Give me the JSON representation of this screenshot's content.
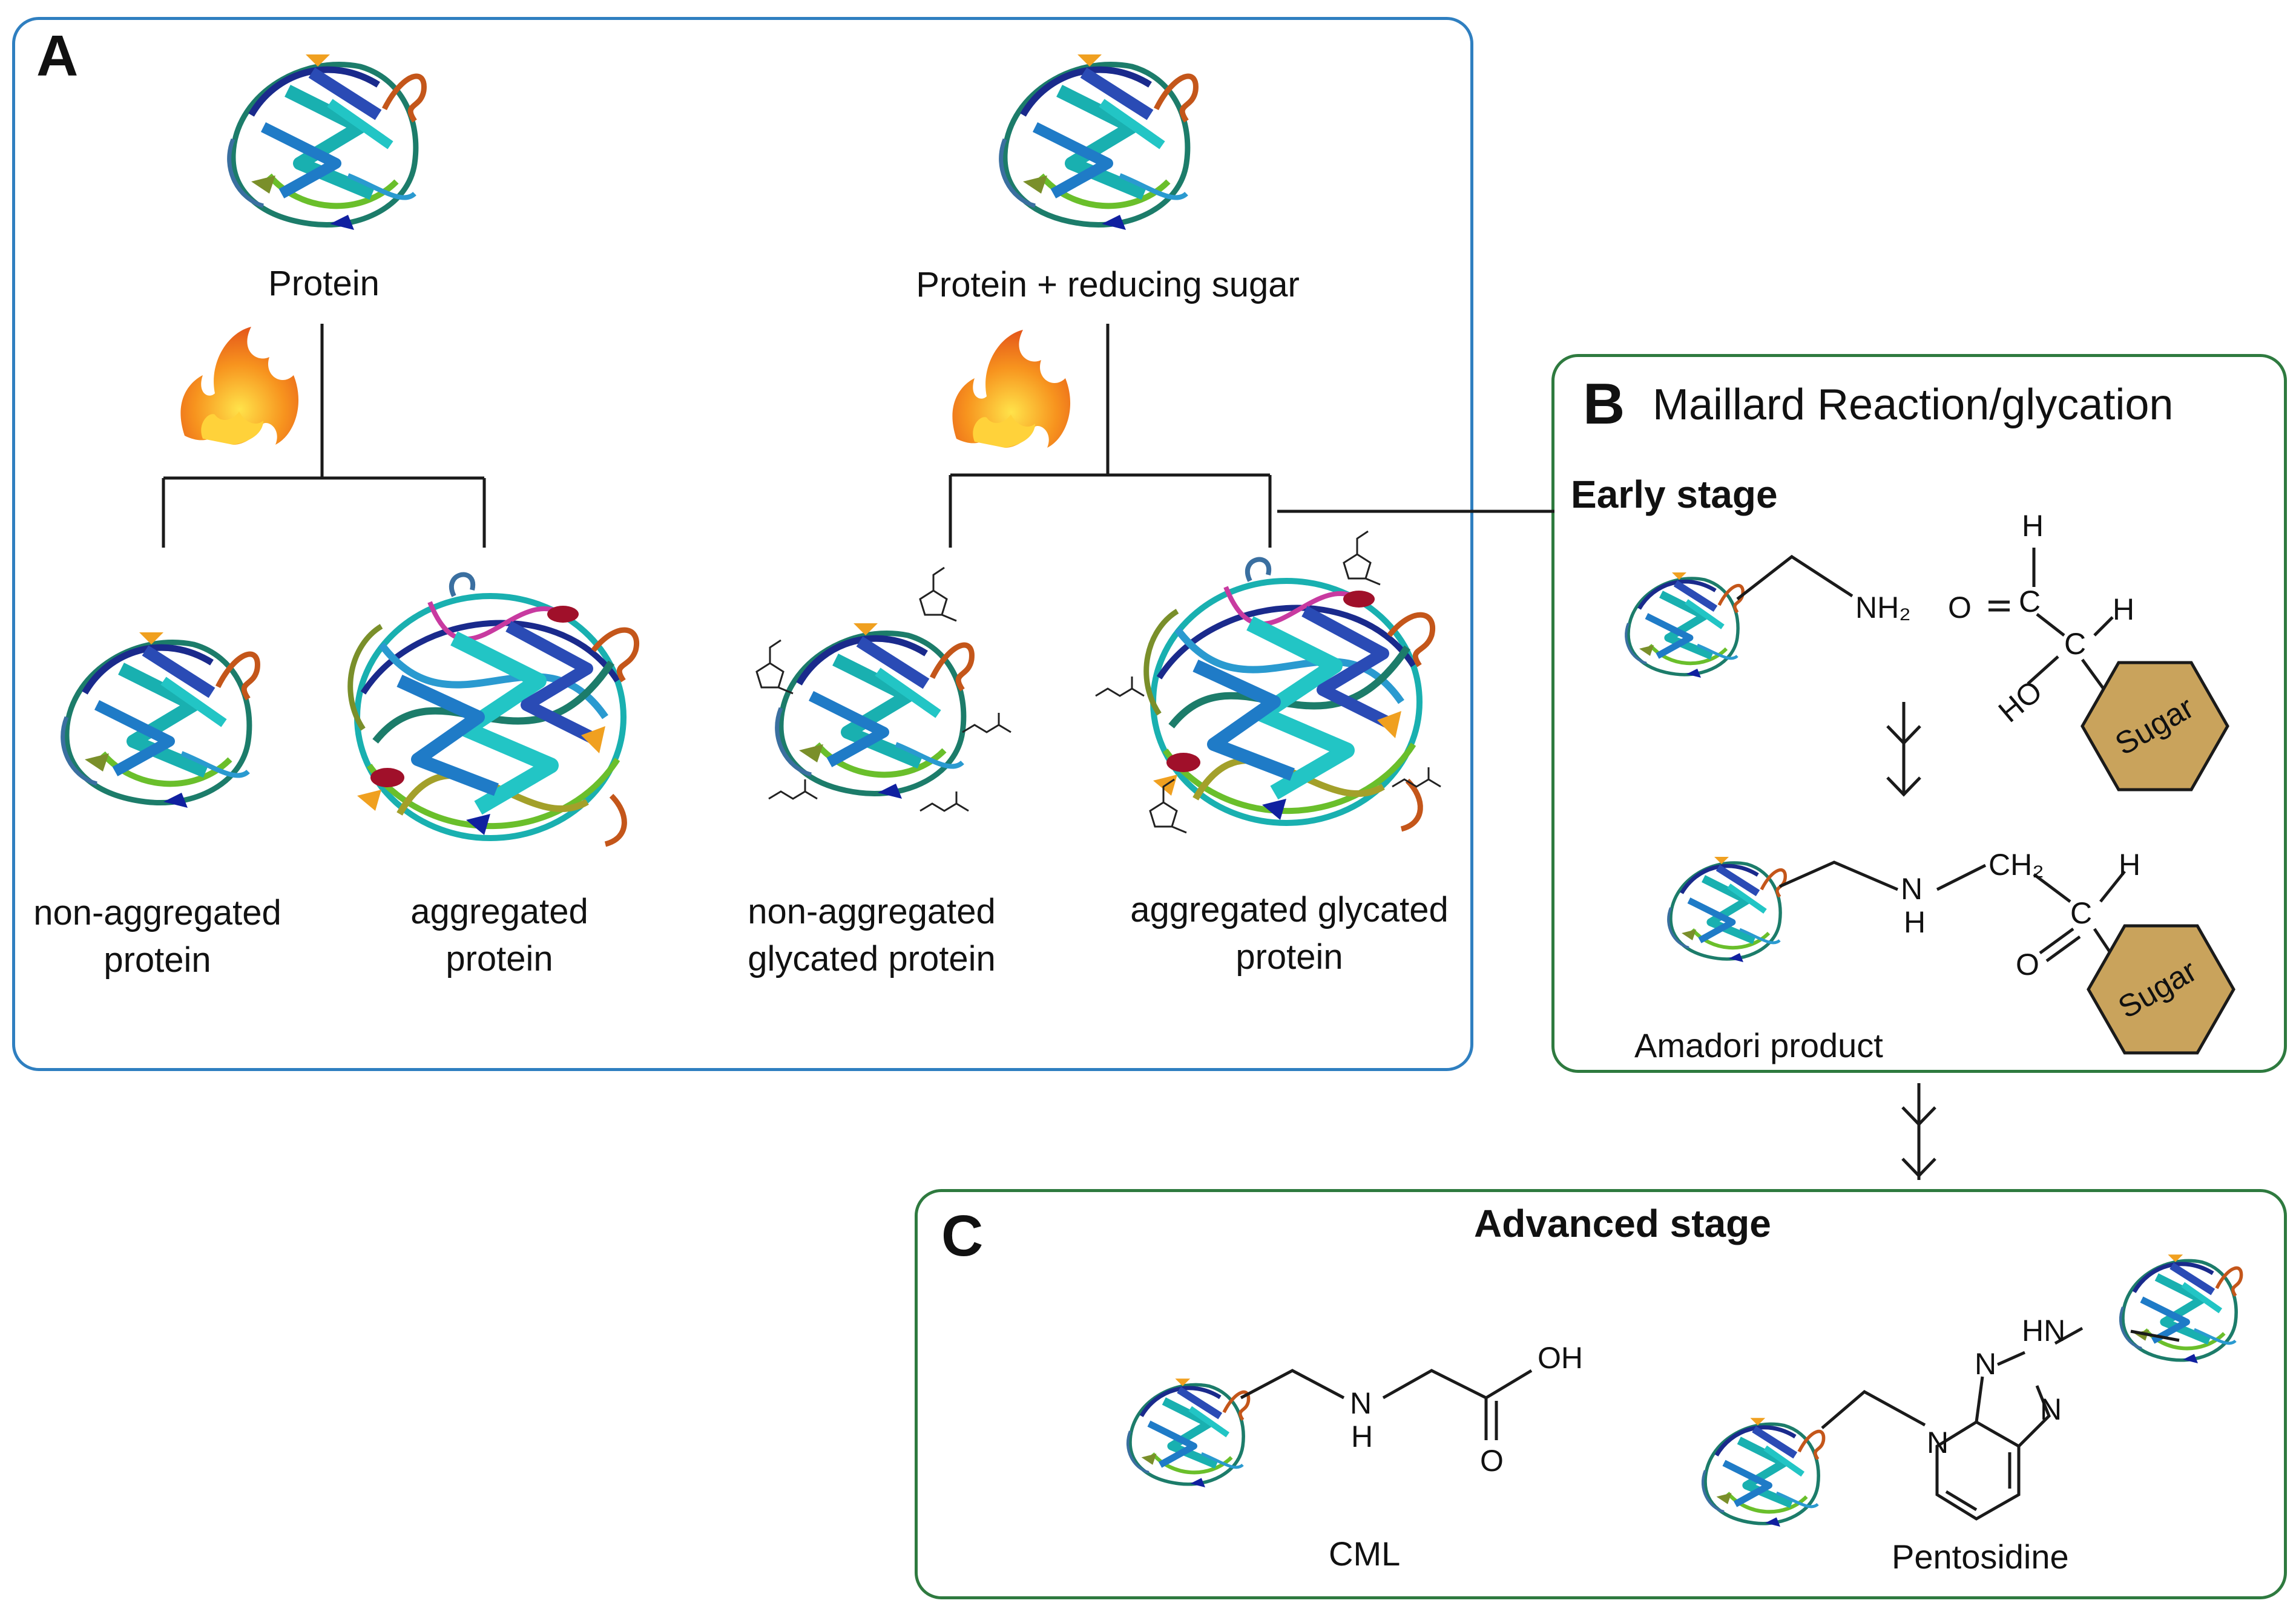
{
  "panel_a": {
    "letter": "A",
    "left_top_label": "Protein",
    "right_top_label": "Protein + reducing sugar",
    "products": [
      {
        "line1": "non-aggregated",
        "line2": "protein"
      },
      {
        "line1": "aggregated",
        "line2": "protein"
      },
      {
        "line1": "non-aggregated",
        "line2": "glycated protein"
      },
      {
        "line1": "aggregated glycated",
        "line2": "protein"
      }
    ]
  },
  "panel_b": {
    "letter": "B",
    "title": "Maillard Reaction/glycation",
    "stage": "Early stage",
    "atoms": {
      "nh2": "NH₂",
      "h": "H",
      "o": "O",
      "c": "C",
      "ho": "HO",
      "ch2": "CH₂",
      "n": "N"
    },
    "sugar_label": "Sugar",
    "amadori_label": "Amadori product"
  },
  "panel_c": {
    "letter": "C",
    "stage": "Advanced stage",
    "atoms": {
      "n": "N",
      "h": "H",
      "oh": "OH",
      "o": "O",
      "hn": "HN"
    },
    "cml_label": "CML",
    "pentosidine_label": "Pentosidine"
  },
  "colors": {
    "panel_a_border": "#2f7fc0",
    "panel_bc_border": "#2e7a3f",
    "sugar_fill": "#c9a35c",
    "flame": "#f7931e"
  }
}
